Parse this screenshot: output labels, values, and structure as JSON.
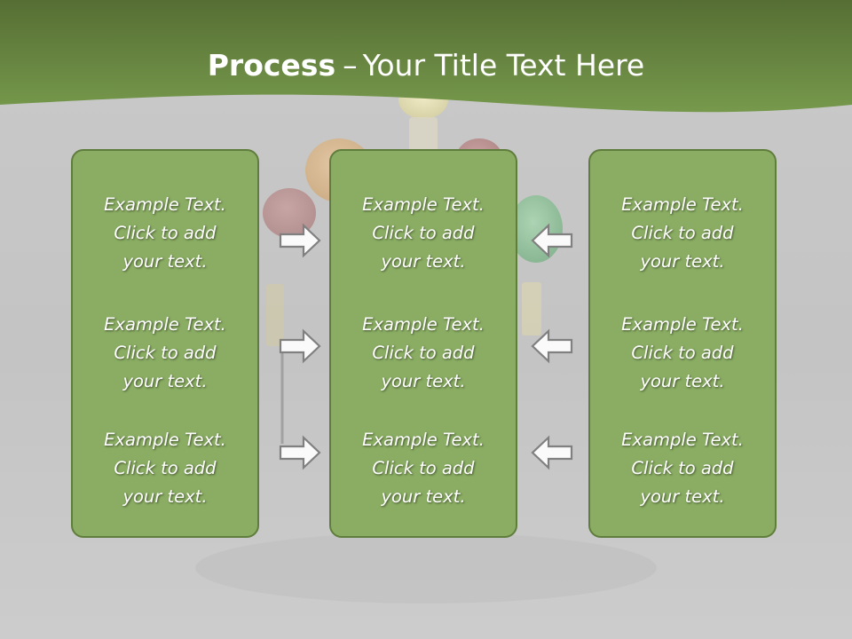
{
  "title": {
    "bold": "Process",
    "separator": "–",
    "rest": "Your Title Text Here"
  },
  "colors": {
    "header_green": "#6a8d45",
    "box_fill": "#8aad63",
    "box_border": "#5f7d3c",
    "background": "#c8c8c8",
    "text": "#ffffff"
  },
  "columns": [
    {
      "cells": [
        {
          "lines": [
            "Example Text.",
            "Click  to add",
            "your text."
          ]
        },
        {
          "lines": [
            "Example Text.",
            "Click  to add",
            "your text."
          ]
        },
        {
          "lines": [
            "Example Text.",
            "Click  to add",
            "your text."
          ]
        }
      ]
    },
    {
      "cells": [
        {
          "lines": [
            "Example Text.",
            "Click  to add",
            "your text."
          ]
        },
        {
          "lines": [
            "Example Text.",
            "Click  to add",
            "your text."
          ]
        },
        {
          "lines": [
            "Example Text.",
            "Click  to add",
            "your text."
          ]
        }
      ]
    },
    {
      "cells": [
        {
          "lines": [
            "Example Text.",
            "Click  to add",
            "your text."
          ]
        },
        {
          "lines": [
            "Example Text.",
            "Click  to add",
            "your text."
          ]
        },
        {
          "lines": [
            "Example Text.",
            "Click  to add",
            "your text."
          ]
        }
      ]
    }
  ],
  "arrows": {
    "left_to_center": "right-arrow-icon",
    "right_to_center": "left-arrow-icon"
  }
}
